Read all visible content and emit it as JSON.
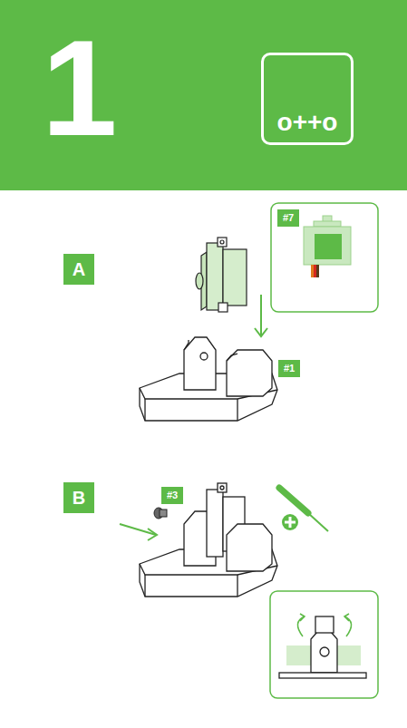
{
  "diagram": {
    "nodes": [
      {
        "text": [
          "1"
        ]
      },
      {
        "text": [
          "o++o"
        ],
        "in": 0
      },
      {
        "text": [
          "A"
        ]
      },
      {
        "text": [
          "#7"
        ]
      },
      {
        "text": [
          "#1"
        ]
      },
      {
        "text": [
          "B"
        ]
      },
      {
        "text": [
          "#3"
        ]
      }
    ]
  }
}
